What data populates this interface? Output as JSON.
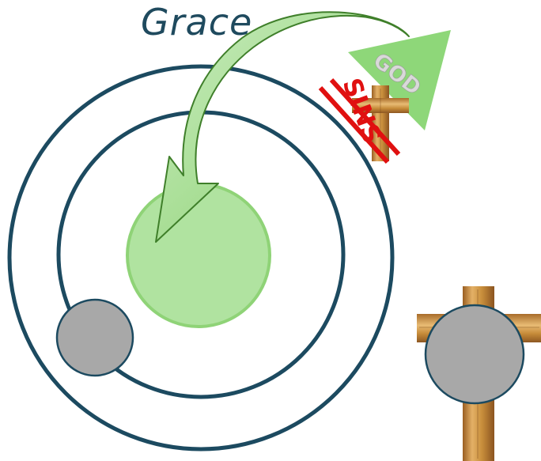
{
  "diagram": {
    "title": "Grace",
    "triangle_label": "GOD",
    "crossed_out_label": "SINS",
    "colors": {
      "ring": "#1c4a60",
      "inner_circle_fill": "#b0e3a0",
      "inner_circle_stroke": "#8fd377",
      "arrow_fill": "#9fd98c",
      "arrow_stroke": "#3f7f2a",
      "triangle": "#8ed779",
      "sins_text": "#e01010",
      "wood": "#c98f3c",
      "grey_circle": "#a8a8a8",
      "title": "#1f4a5e"
    },
    "icons": [
      "wooden-cross-icon",
      "large-wooden-cross-icon"
    ]
  }
}
